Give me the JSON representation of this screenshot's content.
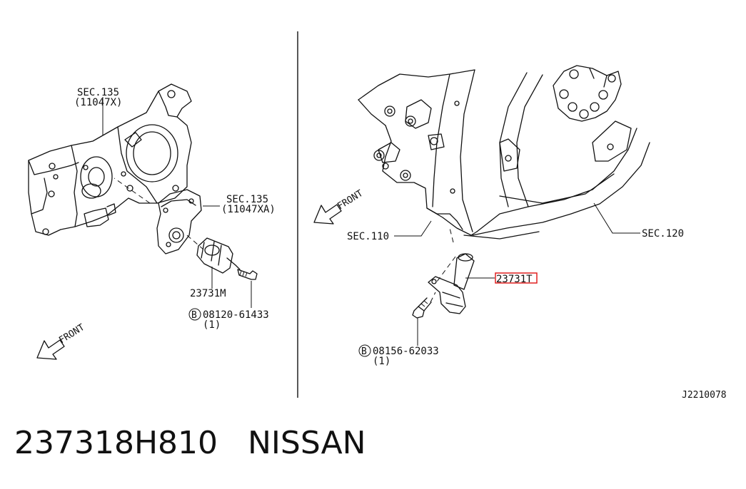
{
  "diagram": {
    "left": {
      "sec135_upper": "SEC.135",
      "sec135_upper_code": "(11047X)",
      "sec135_lower": "SEC.135",
      "sec135_lower_code": "(11047XA)",
      "part_number": "23731M",
      "bolt_letter": "B",
      "bolt_number": "08120-61433",
      "bolt_qty": "(1)",
      "front_label": "FRONT"
    },
    "right": {
      "sec110": "SEC.110",
      "sec120": "SEC.120",
      "part_number": "23731T",
      "bolt_letter": "B",
      "bolt_number": "08156-62033",
      "bolt_qty": "(1)",
      "front_label": "FRONT"
    },
    "diagram_code": "J2210078",
    "highlight_color": "#e02020"
  },
  "footer": {
    "part_number": "237318H810",
    "brand": "NISSAN"
  }
}
